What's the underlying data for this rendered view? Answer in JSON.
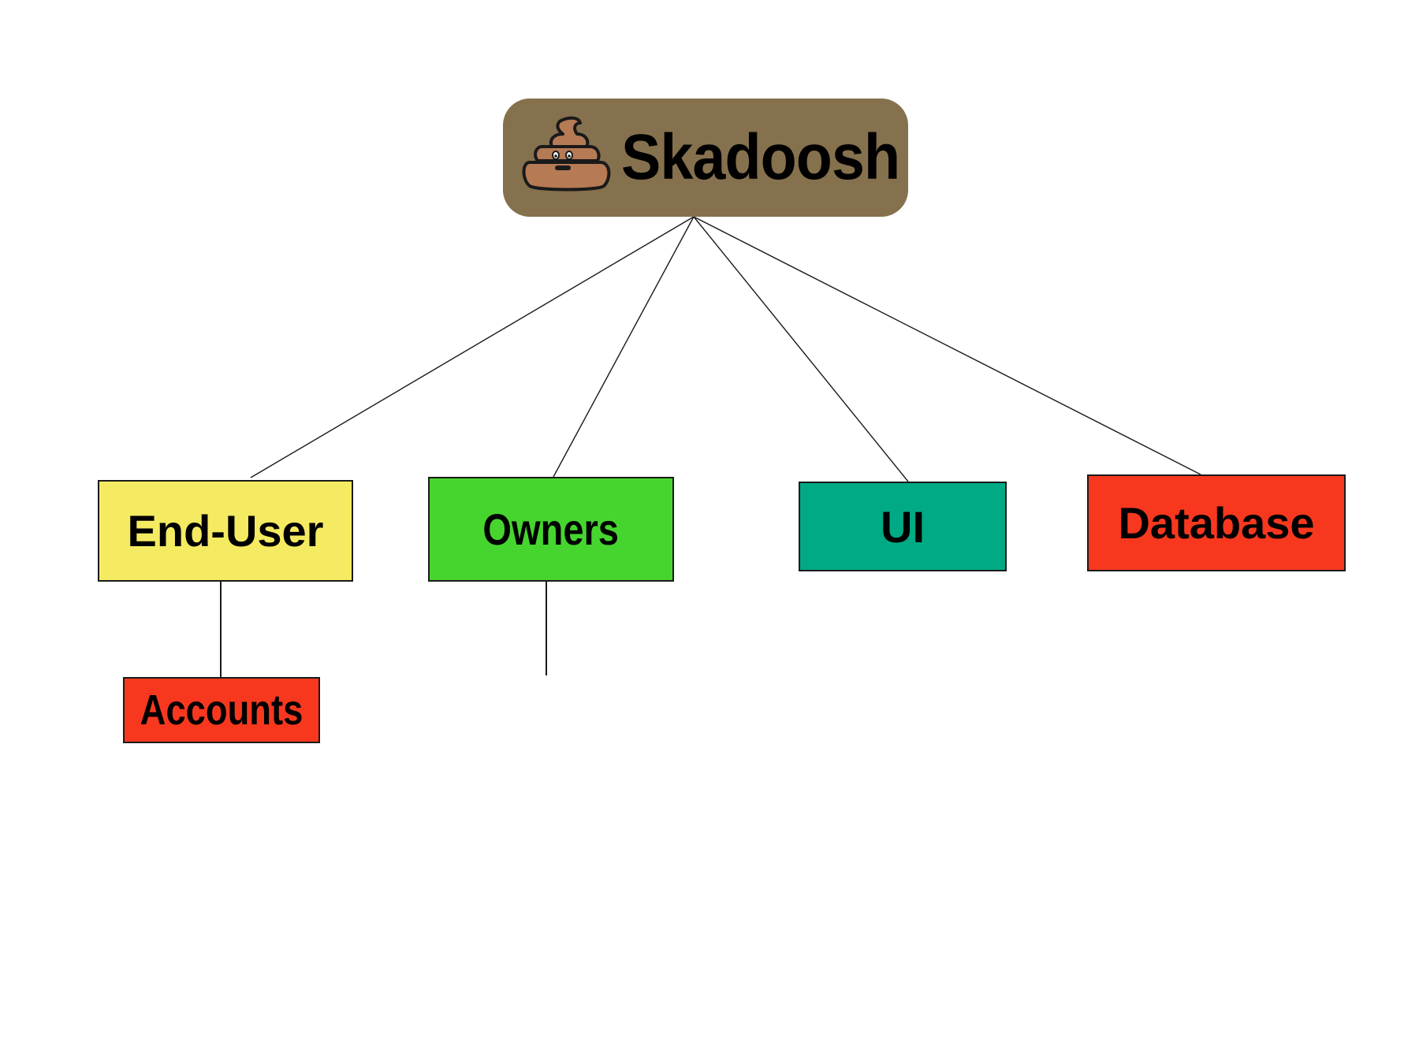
{
  "title": "Skadoosh",
  "icon": "pile-of-poo-icon",
  "colors": {
    "root": "#85714d",
    "end_user": "#f5eb62",
    "owners": "#46d52e",
    "ui": "#00aa84",
    "database": "#f7381f",
    "accounts": "#f7381f",
    "line": "#1a1a1a"
  },
  "nodes": {
    "end_user": "End-User",
    "owners": "Owners",
    "ui": "UI",
    "database": "Database",
    "accounts": "Accounts"
  },
  "edges": [
    [
      "Skadoosh",
      "End-User"
    ],
    [
      "Skadoosh",
      "Owners"
    ],
    [
      "Skadoosh",
      "UI"
    ],
    [
      "Skadoosh",
      "Database"
    ],
    [
      "End-User",
      "Accounts"
    ]
  ]
}
